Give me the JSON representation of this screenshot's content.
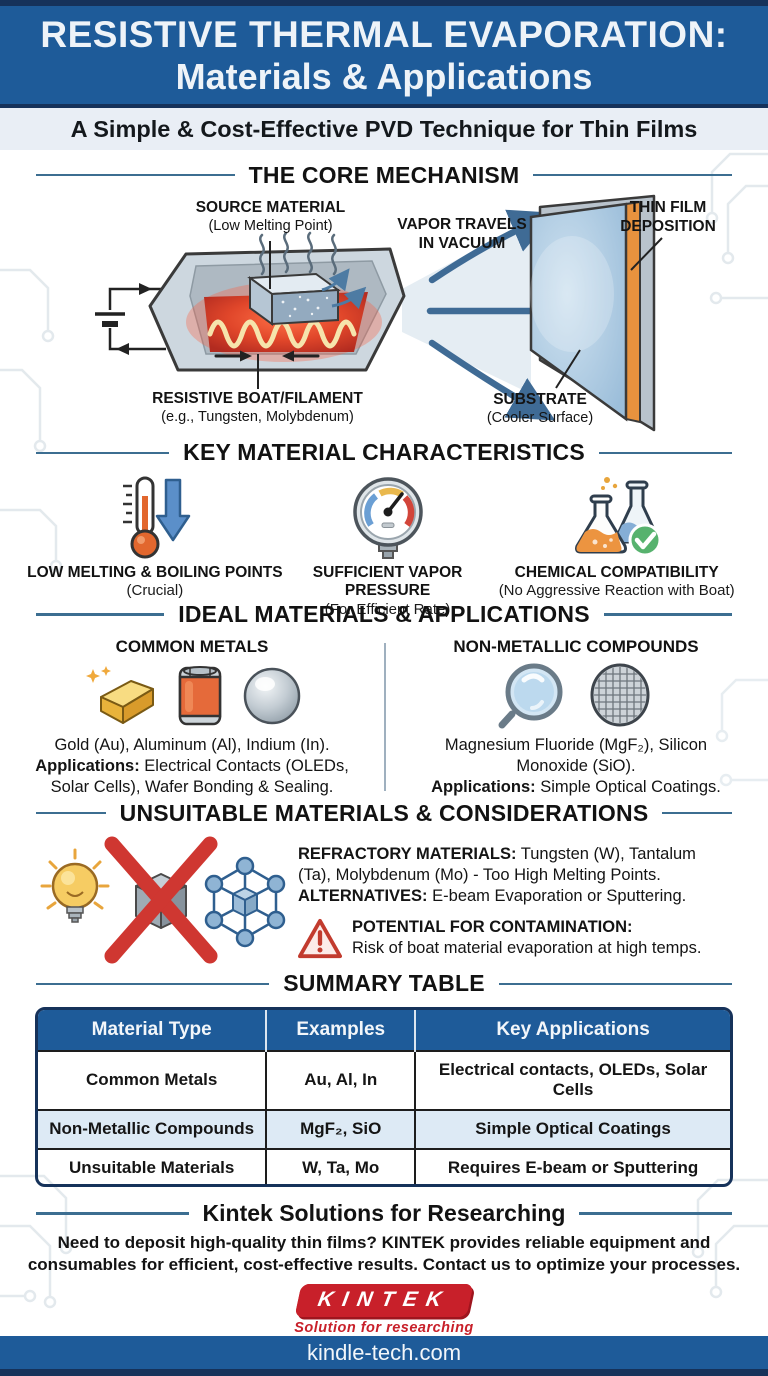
{
  "header": {
    "title_line1": "RESISTIVE THERMAL EVAPORATION:",
    "title_line2": "Materials & Applications",
    "subtitle": "A Simple & Cost-Effective PVD Technique for Thin Films"
  },
  "core_mechanism": {
    "heading": "THE CORE MECHANISM",
    "source_material": "SOURCE MATERIAL",
    "source_material_sub": "(Low Melting Point)",
    "vapor_line1": "VAPOR TRAVELS",
    "vapor_line2": "IN VACUUM",
    "thin_film_line1": "THIN FILM",
    "thin_film_line2": "DEPOSITION",
    "boat_line1": "RESISTIVE BOAT/FILAMENT",
    "boat_line2": "(e.g., Tungsten, Molybdenum)",
    "substrate_line1": "SUBSTRATE",
    "substrate_line2": "(Cooler Surface)"
  },
  "characteristics": {
    "heading": "KEY MATERIAL CHARACTERISTICS",
    "items": [
      {
        "icon": "thermometer-down-arrow-icon",
        "title": "LOW MELTING & BOILING POINTS",
        "sub": "(Crucial)"
      },
      {
        "icon": "pressure-gauge-icon",
        "title": "SUFFICIENT VAPOR PRESSURE",
        "sub": "(For Efficient Rate)"
      },
      {
        "icon": "flasks-check-icon",
        "title": "CHEMICAL COMPATIBILITY",
        "sub": "(No Aggressive Reaction with Boat)"
      }
    ]
  },
  "ideal": {
    "heading": "IDEAL MATERIALS & APPLICATIONS",
    "metals": {
      "title": "COMMON METALS",
      "materials": "Gold (Au), Aluminum (Al), Indium (In).",
      "apps_label": "Applications:",
      "apps": " Electrical Contacts (OLEDs, Solar Cells), Wafer Bonding & Sealing."
    },
    "compounds": {
      "title": "NON-METALLIC COMPOUNDS",
      "materials": "Magnesium Fluoride (MgF₂), Silicon Monoxide (SiO).",
      "apps_label": "Applications:",
      "apps": " Simple Optical Coatings."
    }
  },
  "unsuitable": {
    "heading": "UNSUITABLE MATERIALS & CONSIDERATIONS",
    "refractory_label": "REFRACTORY MATERIALS:",
    "refractory_text": " Tungsten (W), Tantalum (Ta), Molybdenum (Mo) - Too High Melting Points.",
    "alternatives_label": "ALTERNATIVES:",
    "alternatives_text": " E-beam Evaporation or Sputtering.",
    "contamination_label": "POTENTIAL FOR CONTAMINATION:",
    "contamination_text": "Risk of boat material evaporation at high temps."
  },
  "summary_table": {
    "heading": "SUMMARY TABLE",
    "headers": [
      "Material Type",
      "Examples",
      "Key Applications"
    ],
    "rows": [
      [
        "Common Metals",
        "Au, Al, In",
        "Electrical contacts, OLEDs, Solar Cells"
      ],
      [
        "Non-Metallic Compounds",
        "MgF₂, SiO",
        "Simple Optical Coatings"
      ],
      [
        "Unsuitable Materials",
        "W, Ta, Mo",
        "Requires E-beam or Sputtering"
      ]
    ]
  },
  "footer": {
    "heading": "Kintek Solutions for Researching",
    "text": "Need to deposit high-quality thin films? KINTEK provides reliable equipment and consumables for efficient, cost-effective results. Contact us to optimize your processes.",
    "logo_text": "KINTEK",
    "logo_tagline": "Solution for researching",
    "website": "kindle-tech.com"
  },
  "colors": {
    "header_blue": "#1e5b99",
    "navy": "#16325a",
    "accent_red": "#cf3731",
    "thin_film_orange": "#e8923e",
    "steel_blue": "#3f6b95",
    "table_alt_row": "#ddeaf5"
  }
}
